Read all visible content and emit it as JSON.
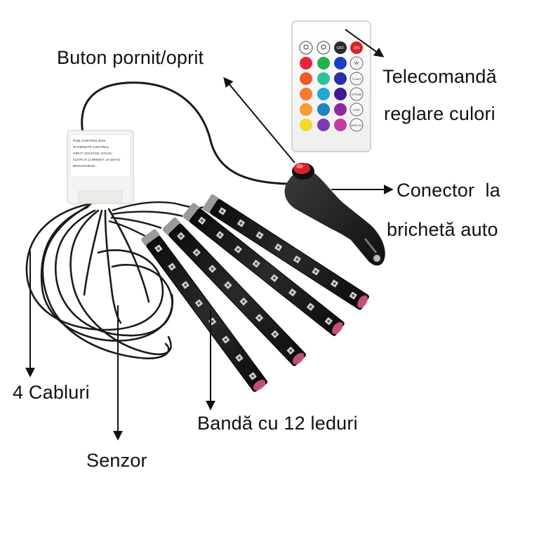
{
  "labels": {
    "power_button": "Buton pornit/oprit",
    "remote_line1": "Telecomandă",
    "remote_line2": "reglare culori",
    "connector_line1": "Conector  la",
    "connector_line2": "brichetă auto",
    "cables": "4 Cabluri",
    "sensor": "Senzor",
    "strip": "Bandă cu 12 leduri"
  },
  "remote": {
    "top_row": [
      "",
      "",
      "OFF",
      "ON"
    ],
    "side_buttons": [
      "W",
      "FLASH",
      "STROBE",
      "FADE",
      "SMOOTH"
    ],
    "colors": {
      "rows": [
        [
          "#e8233b",
          "#22b14c",
          "#1d3fc4"
        ],
        [
          "#ef5a2a",
          "#2fc29a",
          "#2a2fa8"
        ],
        [
          "#f47a2c",
          "#21a7d8",
          "#3c1f8f"
        ],
        [
          "#f59a34",
          "#1d83c4",
          "#8a2a9c"
        ],
        [
          "#f5d92c",
          "#7a3bb5",
          "#c43ba6"
        ]
      ]
    },
    "top_colors": {
      "off_bg": "#2b2b2b",
      "on_bg": "#d8232a"
    }
  },
  "control_box": {
    "text_lines": [
      "RGB CONTROL BOX",
      "IR REMOTE CONTROL",
      "INPUT VOLTAGE: DC12V",
      "OUTPUT CURRENT: 3A (MAX)",
      "BRIGHTNESS"
    ]
  },
  "accent": {
    "arrow": "#111111",
    "cable": "#1a1a1a",
    "led_glow": "#e05a8a"
  }
}
